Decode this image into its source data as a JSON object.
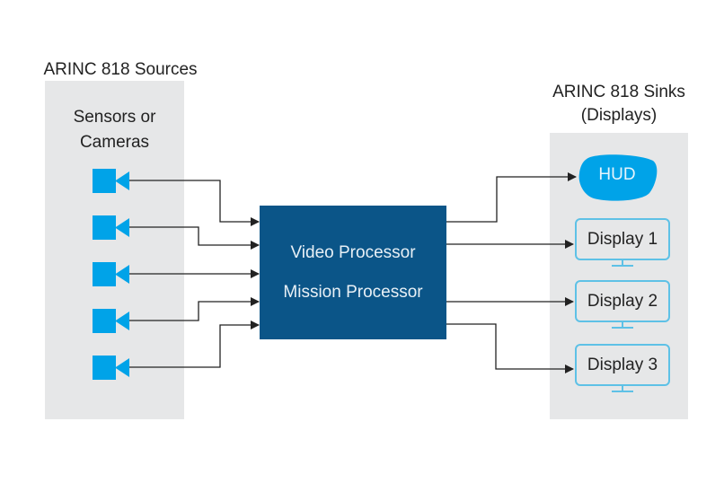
{
  "sources": {
    "title": "ARINC 818 Sources",
    "subtitle_line1": "Sensors or",
    "subtitle_line2": "Cameras",
    "items": [
      {
        "icon": "video-camera-icon"
      },
      {
        "icon": "video-camera-icon"
      },
      {
        "icon": "video-camera-icon"
      },
      {
        "icon": "video-camera-icon"
      },
      {
        "icon": "video-camera-icon"
      }
    ]
  },
  "processor": {
    "line1": "Video Processor",
    "line2": "Mission Processor"
  },
  "sinks": {
    "title_line1": "ARINC 818 Sinks",
    "title_line2": "(Displays)",
    "hud_label": "HUD",
    "displays": [
      {
        "label": "Display 1",
        "icon": "monitor-icon"
      },
      {
        "label": "Display 2",
        "icon": "monitor-icon"
      },
      {
        "label": "Display 3",
        "icon": "monitor-icon"
      }
    ]
  },
  "colors": {
    "panel": "#e6e7e8",
    "camera": "#00a3e8",
    "processor": "#0b5588",
    "display_border": "#5ec1e6",
    "hud": "#00a3e8",
    "wire": "#222222"
  }
}
